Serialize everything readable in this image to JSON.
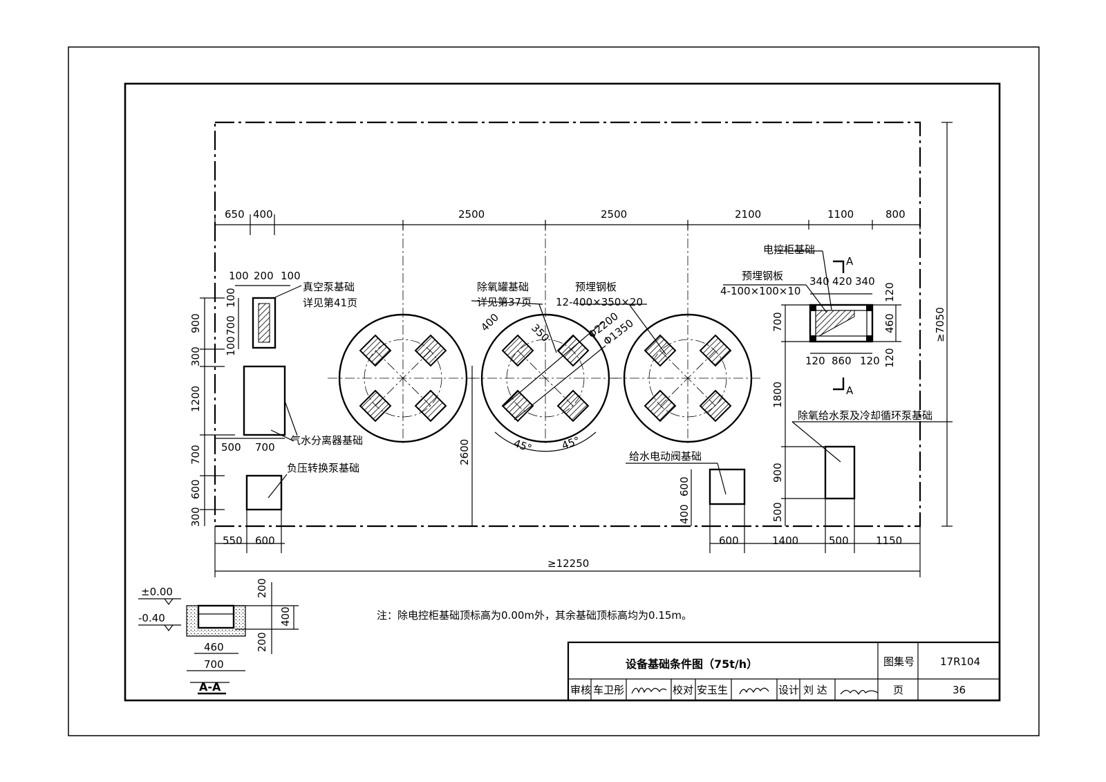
{
  "title": "设备基础条件图（75t/h）",
  "atlas_label": "图集号",
  "atlas_no": "17R104",
  "page_label": "页",
  "page_no": "36",
  "signoff": {
    "review_label": "审核",
    "review_name": "车卫彤",
    "review_sign": "车卫彤",
    "check_label": "校对",
    "check_name": "安玉生",
    "check_sign": "安玉生",
    "design_label": "设计",
    "design_name": "刘 达",
    "design_sign": "刘达"
  },
  "note": "注：除电控柜基础顶标高为0.00m外，其余基础顶标高均为0.15m。",
  "labels": {
    "vacuum_pump": "真空泵基础",
    "vacuum_pump_ref": "详见第41页",
    "separator": "气水分离器基础",
    "neg_pump": "负压转换泵基础",
    "deaerator": "除氧罐基础",
    "deaerator_ref": "详见第37页",
    "embed_plate": "预埋钢板",
    "embed_plate_spec": "12-400×350×20",
    "cabinet": "电控柜基础",
    "cabinet_plate": "预埋钢板",
    "cabinet_plate_spec": "4-100×100×10",
    "pumps": "除氧给水泵及冷却循环泵基础",
    "valve": "给水电动阀基础",
    "section_mark": "A",
    "section_title": "A-A",
    "elev_top": "±0.00",
    "elev_bottom": "-0.40",
    "dia_outer": "Φ2200",
    "dia_inner": "Φ1350",
    "angle_left": "45°",
    "angle_right": "45°",
    "dim_350": "350",
    "dim_400d": "400"
  },
  "dims": {
    "top": [
      "650",
      "400",
      "2500",
      "2500",
      "2100",
      "1100",
      "800"
    ],
    "vacuum_w": [
      "100",
      "200",
      "100"
    ],
    "left": [
      "900",
      "300",
      "1200",
      "700",
      "600",
      "300"
    ],
    "left_inner": [
      "100",
      "700",
      "100"
    ],
    "sep": [
      "500",
      "700"
    ],
    "bottom_left": [
      "550",
      "600"
    ],
    "total_w": "≥12250",
    "total_h": "≥7050",
    "v2600": "2600",
    "right_v": [
      "700",
      "1800",
      "900",
      "500"
    ],
    "cab_top": [
      "340",
      "420",
      "340"
    ],
    "cab_bot": [
      "120",
      "860",
      "120"
    ],
    "cab_right": [
      "120",
      "460",
      "120"
    ],
    "valve_v": [
      "600",
      "400"
    ],
    "bottom_right": [
      "600",
      "1400",
      "500",
      "1150"
    ],
    "sec_v": [
      "200",
      "400",
      "200"
    ],
    "sec_h": [
      "460",
      "700"
    ]
  }
}
